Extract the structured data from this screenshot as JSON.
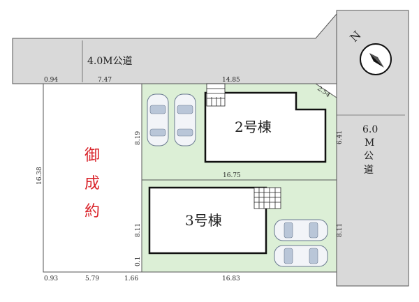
{
  "roads": {
    "north": "4.0M公道",
    "east_lines": [
      "6.0",
      "M",
      "公",
      "道"
    ]
  },
  "compass": {
    "letter": "N",
    "icon": "north-arrow-icon"
  },
  "lots": {
    "sold": {
      "label_chars": [
        "御",
        "成",
        "約"
      ]
    },
    "lot2": {
      "label": "2号棟"
    },
    "lot3": {
      "label": "3号棟"
    }
  },
  "dimensions": {
    "top_094": "0.94",
    "top_747": "7.47",
    "top_1485": "14.85",
    "corner_254": "2.54",
    "east_641": "6.41",
    "lot2_819": "8.19",
    "mid_1675": "16.75",
    "west_1638": "16.38",
    "lot3_811_left": "8.11",
    "lot3_811_right": "8.11",
    "lot3_01": "0.1",
    "bottom_093": "0.93",
    "bottom_579": "5.79",
    "bottom_166": "1.66",
    "bottom_1683": "16.83"
  },
  "colors": {
    "road": "#d9d9d9",
    "lot_green": "#dcefd6",
    "sold_red": "#d9232a"
  }
}
